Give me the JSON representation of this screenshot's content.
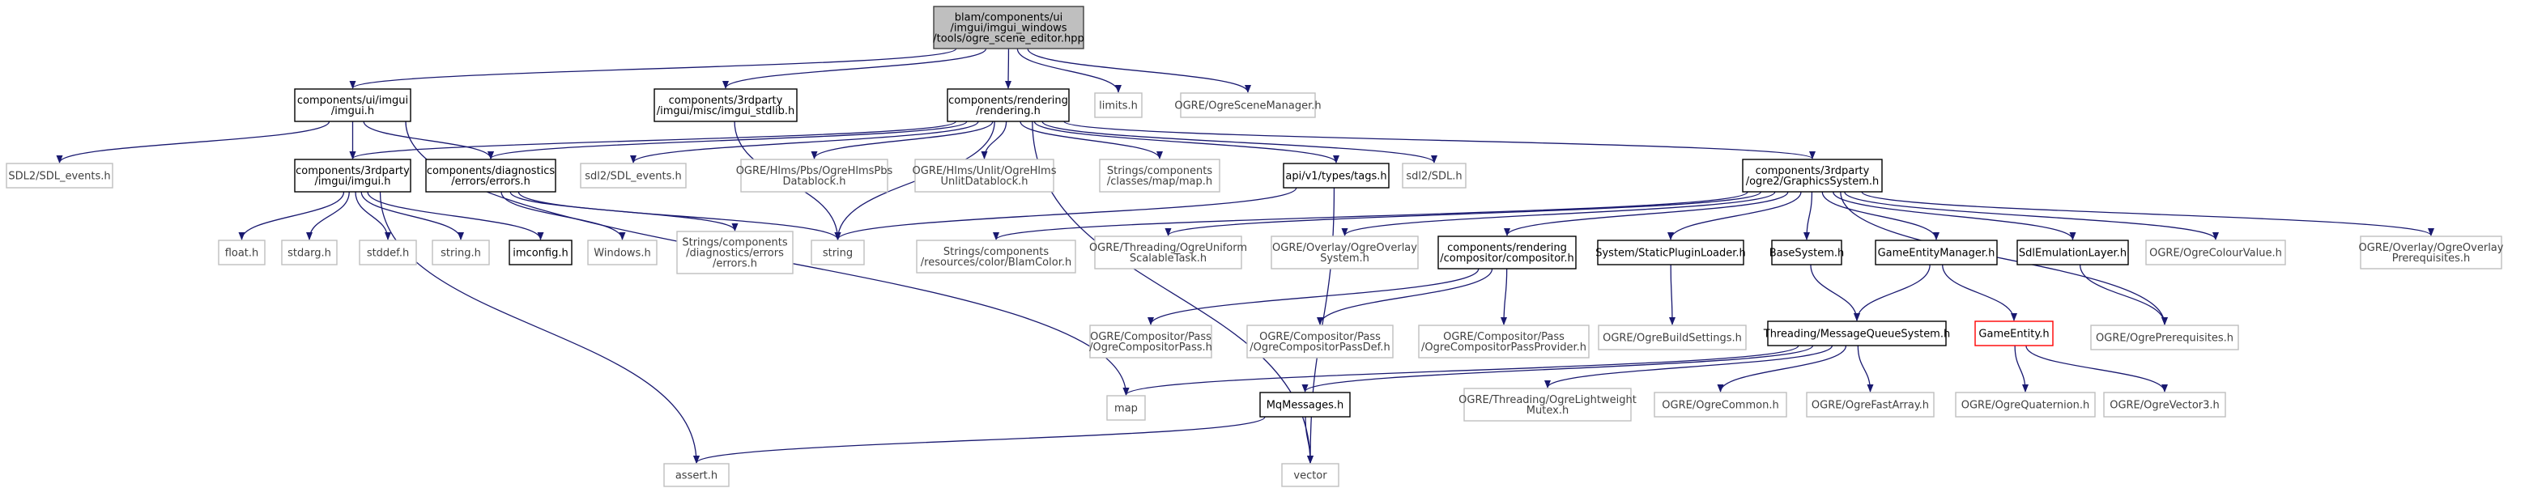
{
  "diagram": {
    "nodes": [
      {
        "id": "root",
        "style": "root",
        "lines": [
          "blam/components/ui",
          "/imgui/imgui_windows",
          "/tools/ogre_scene_editor.hpp"
        ]
      },
      {
        "id": "ui_imgui",
        "style": "doc",
        "lines": [
          "components/ui/imgui",
          "/imgui.h"
        ]
      },
      {
        "id": "imgui_stdlib",
        "style": "doc",
        "lines": [
          "components/3rdparty",
          "/imgui/misc/imgui_stdlib.h"
        ]
      },
      {
        "id": "rendering",
        "style": "doc",
        "lines": [
          "components/rendering",
          "/rendering.h"
        ]
      },
      {
        "id": "limits",
        "style": "ext",
        "lines": [
          "limits.h"
        ]
      },
      {
        "id": "ogre_scene_manager",
        "style": "ext",
        "lines": [
          "OGRE/OgreSceneManager.h"
        ]
      },
      {
        "id": "sdl_events_a",
        "style": "ext",
        "lines": [
          "SDL2/SDL_events.h"
        ]
      },
      {
        "id": "imgui_3rd",
        "style": "doc",
        "lines": [
          "components/3rdparty",
          "/imgui/imgui.h"
        ]
      },
      {
        "id": "diag_errors",
        "style": "doc",
        "lines": [
          "components/diagnostics",
          "/errors/errors.h"
        ]
      },
      {
        "id": "sdl_events_b",
        "style": "ext",
        "lines": [
          "sdl2/SDL_events.h"
        ]
      },
      {
        "id": "hlms_pbs",
        "style": "ext",
        "lines": [
          "OGRE/Hlms/Pbs/OgreHlmsPbs",
          "Datablock.h"
        ]
      },
      {
        "id": "hlms_unlit",
        "style": "ext",
        "lines": [
          "OGRE/Hlms/Unlit/OgreHlms",
          "UnlitDatablock.h"
        ]
      },
      {
        "id": "map_strings",
        "style": "ext",
        "lines": [
          "Strings/components",
          "/classes/map/map.h"
        ]
      },
      {
        "id": "tags",
        "style": "doc",
        "lines": [
          "api/v1/types/tags.h"
        ]
      },
      {
        "id": "sdl_h",
        "style": "ext",
        "lines": [
          "sdl2/SDL.h"
        ]
      },
      {
        "id": "graphics_system",
        "style": "doc",
        "lines": [
          "components/3rdparty",
          "/ogre2/GraphicsSystem.h"
        ]
      },
      {
        "id": "float_h",
        "style": "ext",
        "lines": [
          "float.h"
        ]
      },
      {
        "id": "stdarg_h",
        "style": "ext",
        "lines": [
          "stdarg.h"
        ]
      },
      {
        "id": "stddef_h",
        "style": "ext",
        "lines": [
          "stddef.h"
        ]
      },
      {
        "id": "string_h",
        "style": "ext",
        "lines": [
          "string.h"
        ]
      },
      {
        "id": "imconfig",
        "style": "doc",
        "lines": [
          "imconfig.h"
        ]
      },
      {
        "id": "windows_h",
        "style": "ext",
        "lines": [
          "Windows.h"
        ]
      },
      {
        "id": "errors_strings",
        "style": "ext",
        "lines": [
          "Strings/components",
          "/diagnostics/errors",
          "/errors.h"
        ]
      },
      {
        "id": "string",
        "style": "ext",
        "lines": [
          "string"
        ]
      },
      {
        "id": "blam_color",
        "style": "ext",
        "lines": [
          "Strings/components",
          "/resources/color/BlamColor.h"
        ]
      },
      {
        "id": "scalable_task",
        "style": "ext",
        "lines": [
          "OGRE/Threading/OgreUniform",
          "ScalableTask.h"
        ]
      },
      {
        "id": "overlay_system",
        "style": "ext",
        "lines": [
          "OGRE/Overlay/OgreOverlay",
          "System.h"
        ]
      },
      {
        "id": "compositor",
        "style": "doc",
        "lines": [
          "components/rendering",
          "/compositor/compositor.h"
        ]
      },
      {
        "id": "static_plugin",
        "style": "doc",
        "lines": [
          "System/StaticPluginLoader.h"
        ]
      },
      {
        "id": "base_system",
        "style": "doc",
        "lines": [
          "BaseSystem.h"
        ]
      },
      {
        "id": "game_entity_manager",
        "style": "doc",
        "lines": [
          "GameEntityManager.h"
        ]
      },
      {
        "id": "sdl_emulation",
        "style": "doc",
        "lines": [
          "SdlEmulationLayer.h"
        ]
      },
      {
        "id": "colour_value",
        "style": "ext",
        "lines": [
          "OGRE/OgreColourValue.h"
        ]
      },
      {
        "id": "overlay_prereq",
        "style": "ext",
        "lines": [
          "OGRE/Overlay/OgreOverlay",
          "Prerequisites.h"
        ]
      },
      {
        "id": "comp_pass",
        "style": "ext",
        "lines": [
          "OGRE/Compositor/Pass",
          "/OgreCompositorPass.h"
        ]
      },
      {
        "id": "comp_pass_def",
        "style": "ext",
        "lines": [
          "OGRE/Compositor/Pass",
          "/OgreCompositorPassDef.h"
        ]
      },
      {
        "id": "comp_pass_provider",
        "style": "ext",
        "lines": [
          "OGRE/Compositor/Pass",
          "/OgreCompositorPassProvider.h"
        ]
      },
      {
        "id": "build_settings",
        "style": "ext",
        "lines": [
          "OGRE/OgreBuildSettings.h"
        ]
      },
      {
        "id": "mq_system",
        "style": "doc",
        "lines": [
          "Threading/MessageQueueSystem.h"
        ]
      },
      {
        "id": "game_entity",
        "style": "missing",
        "lines": [
          "GameEntity.h"
        ]
      },
      {
        "id": "ogre_prereq",
        "style": "ext",
        "lines": [
          "OGRE/OgrePrerequisites.h"
        ]
      },
      {
        "id": "map",
        "style": "ext",
        "lines": [
          "map"
        ]
      },
      {
        "id": "mq_messages",
        "style": "doc",
        "lines": [
          "MqMessages.h"
        ]
      },
      {
        "id": "lightweight_mutex",
        "style": "ext",
        "lines": [
          "OGRE/Threading/OgreLightweight",
          "Mutex.h"
        ]
      },
      {
        "id": "ogre_common",
        "style": "ext",
        "lines": [
          "OGRE/OgreCommon.h"
        ]
      },
      {
        "id": "fast_array",
        "style": "ext",
        "lines": [
          "OGRE/OgreFastArray.h"
        ]
      },
      {
        "id": "quaternion",
        "style": "ext",
        "lines": [
          "OGRE/OgreQuaternion.h"
        ]
      },
      {
        "id": "vector3",
        "style": "ext",
        "lines": [
          "OGRE/OgreVector3.h"
        ]
      },
      {
        "id": "assert_h",
        "style": "ext",
        "lines": [
          "assert.h"
        ]
      },
      {
        "id": "vector",
        "style": "ext",
        "lines": [
          "vector"
        ]
      }
    ],
    "edges": [
      [
        "root",
        "ui_imgui"
      ],
      [
        "root",
        "imgui_stdlib"
      ],
      [
        "root",
        "rendering"
      ],
      [
        "root",
        "limits"
      ],
      [
        "root",
        "ogre_scene_manager"
      ],
      [
        "ui_imgui",
        "sdl_events_a"
      ],
      [
        "ui_imgui",
        "imgui_3rd"
      ],
      [
        "ui_imgui",
        "diag_errors"
      ],
      [
        "ui_imgui",
        "map"
      ],
      [
        "imgui_stdlib",
        "string"
      ],
      [
        "rendering",
        "imgui_3rd"
      ],
      [
        "rendering",
        "diag_errors"
      ],
      [
        "rendering",
        "sdl_events_b"
      ],
      [
        "rendering",
        "hlms_pbs"
      ],
      [
        "rendering",
        "hlms_unlit"
      ],
      [
        "rendering",
        "map_strings"
      ],
      [
        "rendering",
        "tags"
      ],
      [
        "rendering",
        "sdl_h"
      ],
      [
        "rendering",
        "graphics_system"
      ],
      [
        "rendering",
        "string"
      ],
      [
        "rendering",
        "vector"
      ],
      [
        "imgui_3rd",
        "float_h"
      ],
      [
        "imgui_3rd",
        "stdarg_h"
      ],
      [
        "imgui_3rd",
        "stddef_h"
      ],
      [
        "imgui_3rd",
        "string_h"
      ],
      [
        "imgui_3rd",
        "imconfig"
      ],
      [
        "imgui_3rd",
        "assert_h"
      ],
      [
        "diag_errors",
        "windows_h"
      ],
      [
        "diag_errors",
        "errors_strings"
      ],
      [
        "diag_errors",
        "string"
      ],
      [
        "tags",
        "string"
      ],
      [
        "tags",
        "vector"
      ],
      [
        "graphics_system",
        "blam_color"
      ],
      [
        "graphics_system",
        "scalable_task"
      ],
      [
        "graphics_system",
        "overlay_system"
      ],
      [
        "graphics_system",
        "compositor"
      ],
      [
        "graphics_system",
        "static_plugin"
      ],
      [
        "graphics_system",
        "base_system"
      ],
      [
        "graphics_system",
        "game_entity_manager"
      ],
      [
        "graphics_system",
        "sdl_emulation"
      ],
      [
        "graphics_system",
        "colour_value"
      ],
      [
        "graphics_system",
        "overlay_prereq"
      ],
      [
        "graphics_system",
        "ogre_prereq"
      ],
      [
        "compositor",
        "comp_pass"
      ],
      [
        "compositor",
        "comp_pass_def"
      ],
      [
        "compositor",
        "comp_pass_provider"
      ],
      [
        "static_plugin",
        "build_settings"
      ],
      [
        "base_system",
        "mq_system"
      ],
      [
        "game_entity_manager",
        "mq_system"
      ],
      [
        "game_entity_manager",
        "game_entity"
      ],
      [
        "sdl_emulation",
        "ogre_prereq"
      ],
      [
        "mq_system",
        "map"
      ],
      [
        "mq_system",
        "mq_messages"
      ],
      [
        "mq_system",
        "lightweight_mutex"
      ],
      [
        "mq_system",
        "ogre_common"
      ],
      [
        "mq_system",
        "fast_array"
      ],
      [
        "game_entity",
        "quaternion"
      ],
      [
        "game_entity",
        "vector3"
      ],
      [
        "mq_messages",
        "assert_h"
      ],
      [
        "mq_messages",
        "vector"
      ]
    ]
  },
  "colors": {
    "edge": "#191970",
    "doc_border": "#000000",
    "ext_border": "#bfbfbf",
    "missing_border": "#ff0000",
    "root_fill": "#bfbfbf",
    "root_border": "#404040",
    "text": "#000000",
    "ext_text": "#404040"
  }
}
